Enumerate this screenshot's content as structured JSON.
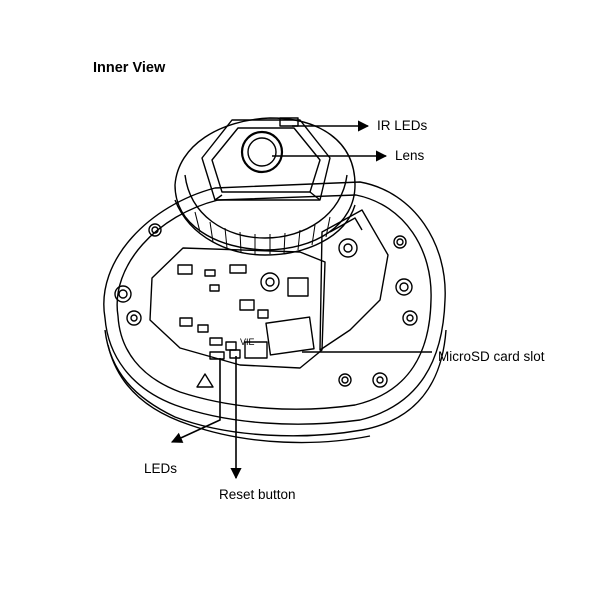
{
  "title": "Inner View",
  "callouts": {
    "ir_leds": "IR LEDs",
    "lens": "Lens",
    "microsd": "MicroSD card slot",
    "leds": "LEDs",
    "reset": "Reset button"
  },
  "board_marking": "VIE"
}
